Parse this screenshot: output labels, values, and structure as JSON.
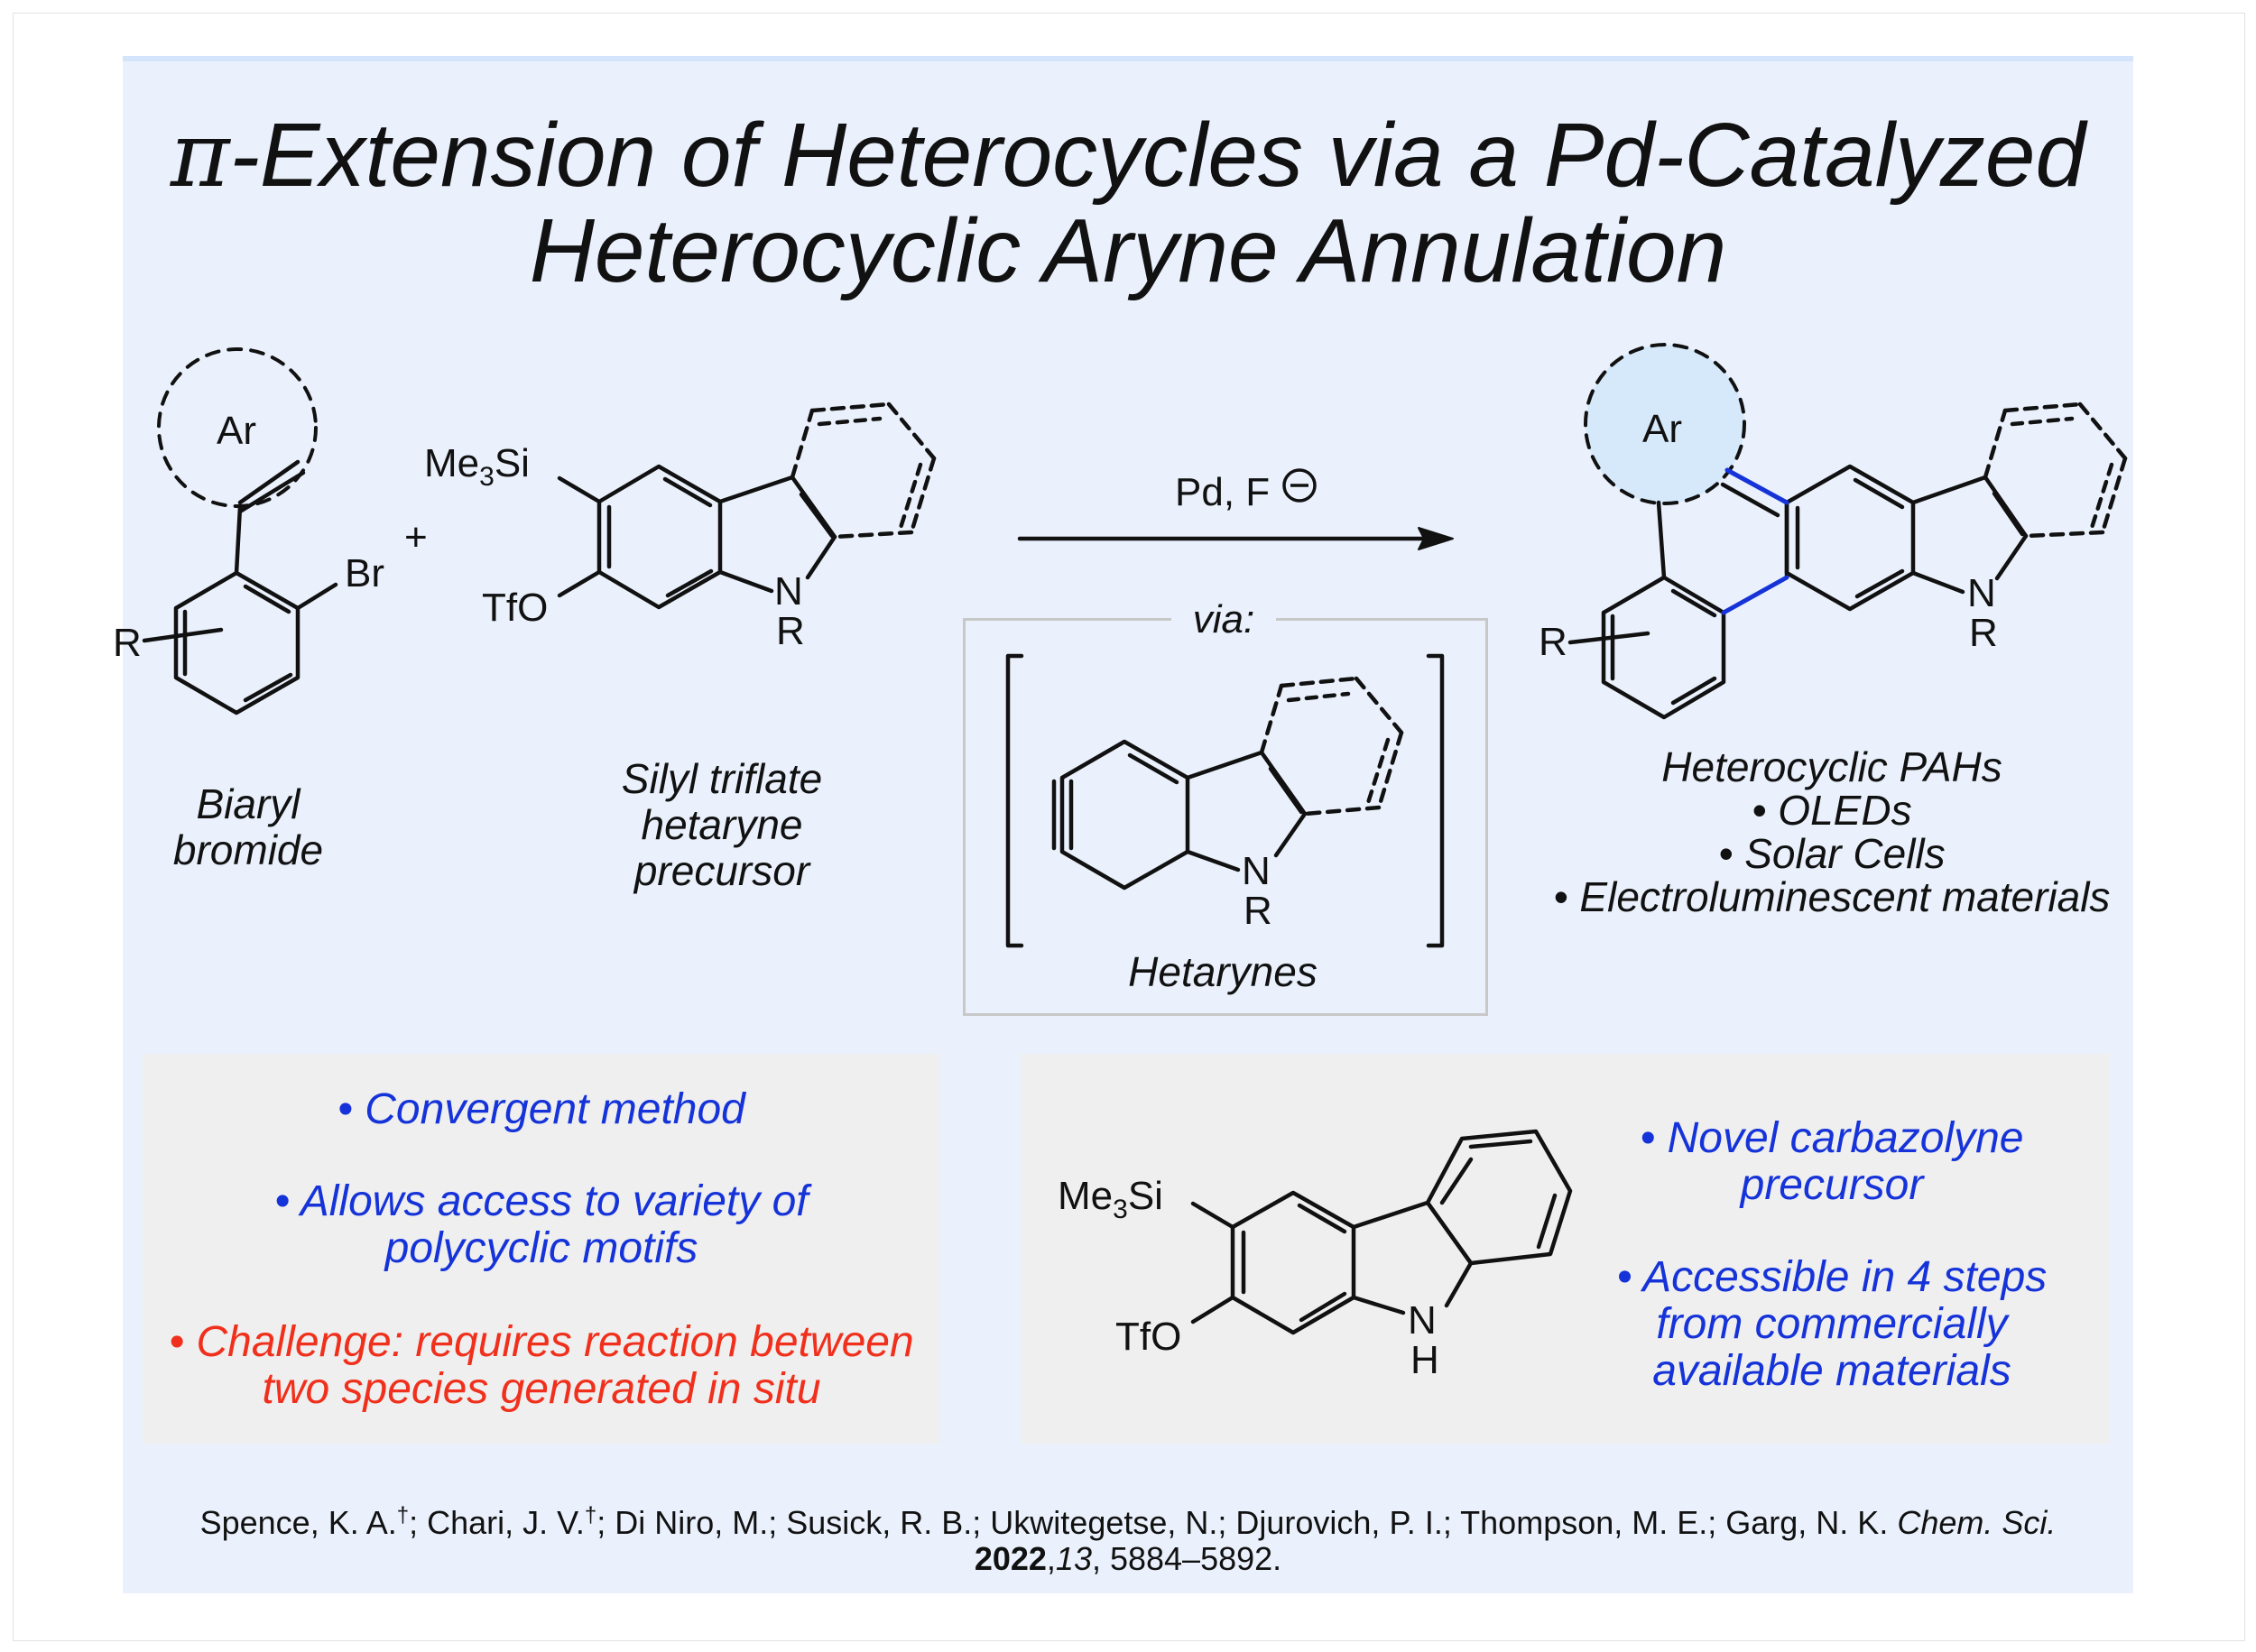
{
  "title": {
    "pi": "π",
    "line1_rest": "-Extension of Heterocycles via a Pd-Catalyzed",
    "line2": "Heterocyclic Aryne Annulation"
  },
  "reaction": {
    "reagent_pd": "Pd, F",
    "via_label": "via:",
    "plus": "+"
  },
  "atoms": {
    "ar": "Ar",
    "br": "Br",
    "r": "R",
    "me3si": "Me",
    "me3si_sub": "3",
    "me3si_tail": "Si",
    "tfo": "TfO",
    "n": "N",
    "h": "H"
  },
  "captions": {
    "biaryl_l1": "Biaryl",
    "biaryl_l2": "bromide",
    "silyl_l1": "Silyl triflate",
    "silyl_l2": "hetaryne",
    "silyl_l3": "precursor",
    "hetarynes": "Hetarynes",
    "product_l1": "Heterocyclic PAHs",
    "product_l2": "• OLEDs",
    "product_l3": "• Solar Cells",
    "product_l4": "• Electroluminescent materials"
  },
  "left_box": {
    "b1": "• Convergent method",
    "b2_l1": "• Allows access to variety of",
    "b2_l2": "polycyclic motifs",
    "b3_l1": "• Challenge: requires reaction between",
    "b3_l2": "two species generated in situ"
  },
  "right_box": {
    "b1_l1": "• Novel carbazolyne",
    "b1_l2": "precursor",
    "b2_l1": "• Accessible in 4 steps",
    "b2_l2": "from commercially",
    "b2_l3": "available materials"
  },
  "reference": {
    "authors": "Spence, K. A.",
    "dagger": "†",
    "authors2": "; Chari, J. V.",
    "authors3": "; Di Niro, M.; Susick, R. B.; Ukwitegetse, N.; Djurovich, P. I.; Thompson, M. E.; Garg, N. K.",
    "journal": "Chem. Sci.",
    "year": "2022",
    "volume": "13",
    "pages": ", 5884–5892."
  },
  "colors": {
    "panel": "#eaf1fc",
    "box": "#efefef",
    "blue_text": "#1533d9",
    "red_text": "#f0301c",
    "new_bond": "#1533d9",
    "ar_fill": "#d6e9fb"
  }
}
